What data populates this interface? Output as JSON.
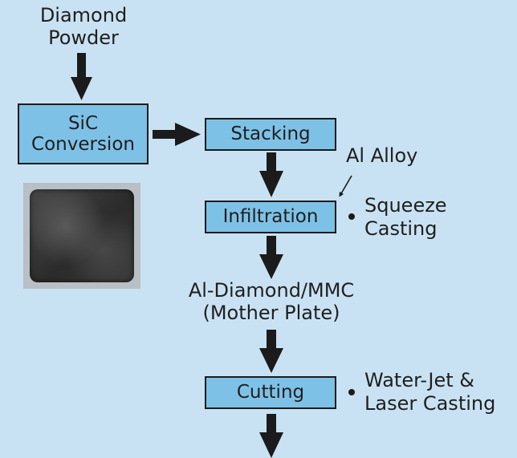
{
  "diagram": {
    "input": {
      "lines": [
        "Diamond",
        "Powder"
      ]
    },
    "boxes": {
      "sic_conversion": {
        "lines": [
          "SiC",
          "Conversion"
        ]
      },
      "stacking": {
        "label": "Stacking"
      },
      "infiltration": {
        "label": "Infiltration"
      },
      "cutting": {
        "label": "Cutting"
      }
    },
    "al_alloy": "Al Alloy",
    "squeeze": {
      "lines": [
        "Squeeze",
        "Casting"
      ]
    },
    "product": {
      "lines": [
        "Al-Diamond/MMC",
        "(Mother Plate)"
      ]
    },
    "waterjet": {
      "lines": [
        "Water-Jet &",
        "Laser Casting"
      ]
    }
  },
  "colors": {
    "background": "#c9e2f3",
    "box_fill": "#7ec1e6",
    "stroke": "#1b1b1b"
  },
  "icons": {
    "sample_image": "dark-square-sample-photo"
  }
}
